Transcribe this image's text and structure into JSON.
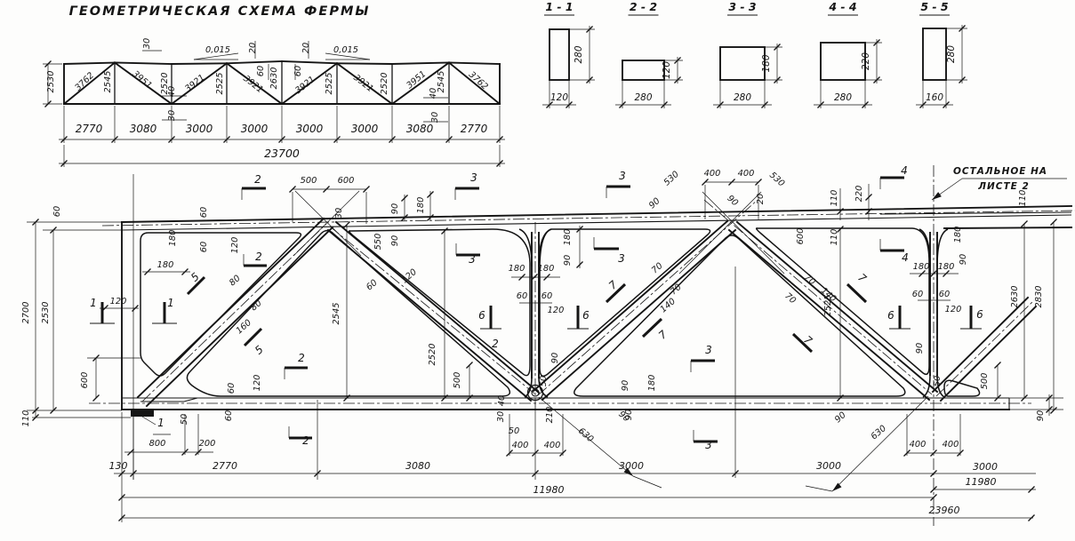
{
  "title": "ГЕОМЕТРИЧЕСКАЯ СХЕМА ФЕРМЫ",
  "note": {
    "line1": "ОСТАЛЬНОЕ НА",
    "line2": "ЛИСТЕ 2"
  },
  "scheme": {
    "bottom_dims": [
      "2770",
      "3080",
      "3000",
      "3000",
      "3000",
      "3000",
      "3080",
      "2770"
    ],
    "total_span": "23700",
    "left_height": "2530",
    "slope": "0,015",
    "annotations": [
      [
        "2530",
        60,
        92,
        -90
      ],
      [
        "3762",
        97,
        94,
        -44
      ],
      [
        "2545",
        124,
        92,
        -90
      ],
      [
        "3951",
        158,
        92,
        40
      ],
      [
        "30",
        168,
        49,
        -90
      ],
      [
        "2520",
        188,
        94,
        -90
      ],
      [
        "40",
        196,
        103,
        -90
      ],
      [
        "30",
        196,
        130,
        -90
      ],
      [
        "3921",
        221,
        96,
        -38
      ],
      [
        "0,015",
        245,
        59,
        0
      ],
      [
        "2525",
        250,
        94,
        -90
      ],
      [
        "20",
        287,
        54,
        -90
      ],
      [
        "60",
        296,
        80,
        -90
      ],
      [
        "3921",
        283,
        97,
        38
      ],
      [
        "2630",
        311,
        88,
        -90
      ],
      [
        "3921",
        345,
        98,
        -38
      ],
      [
        "20",
        347,
        54,
        -90
      ],
      [
        "60",
        338,
        80,
        -90
      ],
      [
        "0,015",
        389,
        59,
        0
      ],
      [
        "2525",
        373,
        94,
        -90
      ],
      [
        "3921",
        407,
        96,
        38
      ],
      [
        "2520",
        435,
        94,
        -90
      ],
      [
        "3951",
        470,
        92,
        -40
      ],
      [
        "2545",
        499,
        92,
        -90
      ],
      [
        "40",
        490,
        105,
        -90
      ],
      [
        "30",
        492,
        132,
        -90
      ],
      [
        "3762",
        536,
        93,
        42
      ],
      [
        "2770",
        100,
        149,
        0,
        12
      ],
      [
        "3080",
        161,
        149,
        0,
        12
      ],
      [
        "3000",
        224,
        149,
        0,
        12
      ],
      [
        "3000",
        286,
        149,
        0,
        12
      ],
      [
        "3000",
        348,
        149,
        0,
        12
      ],
      [
        "3000",
        410,
        149,
        0,
        12
      ],
      [
        "3080",
        472,
        149,
        0,
        12
      ],
      [
        "2770",
        533,
        149,
        0,
        12
      ],
      [
        "23700",
        317,
        177,
        0,
        12.5
      ]
    ]
  },
  "sections": [
    {
      "label": "1 - 1",
      "width": "120",
      "height": "280"
    },
    {
      "label": "2 - 2",
      "width": "280",
      "height": "120"
    },
    {
      "label": "3 - 3",
      "width": "280",
      "height": "180"
    },
    {
      "label": "4 - 4",
      "width": "280",
      "height": "220"
    },
    {
      "label": "5 - 5",
      "width": "160",
      "height": "280"
    }
  ],
  "main": {
    "annotations": [
      [
        "60",
        67,
        238,
        -90
      ],
      [
        "2700",
        32,
        352,
        -90
      ],
      [
        "2530",
        54,
        352,
        -90
      ],
      [
        "110",
        32,
        471,
        -90
      ],
      [
        "600",
        98,
        428,
        -90
      ],
      [
        "1",
        105,
        345,
        0,
        12
      ],
      [
        "1",
        192,
        345,
        0,
        12
      ],
      [
        "180",
        197,
        268,
        -90
      ],
      [
        "180",
        186,
        301,
        0
      ],
      [
        "120",
        133,
        342,
        0
      ],
      [
        "60",
        232,
        239,
        -90
      ],
      [
        "60",
        232,
        278,
        -90
      ],
      [
        "120",
        267,
        276,
        -90
      ],
      [
        "2",
        290,
        206,
        0,
        12
      ],
      [
        "2",
        291,
        293,
        0,
        12
      ],
      [
        "2",
        339,
        407,
        0,
        12
      ],
      [
        "2",
        344,
        500,
        0,
        12
      ],
      [
        "5",
        222,
        315,
        -41,
        12
      ],
      [
        "5",
        294,
        397,
        -41,
        12
      ],
      [
        "80",
        266,
        318,
        -41
      ],
      [
        "80",
        290,
        346,
        -41
      ],
      [
        "160",
        276,
        370,
        -41
      ],
      [
        "1",
        181,
        480,
        0,
        12
      ],
      [
        "50",
        210,
        472,
        -90
      ],
      [
        "60",
        260,
        468,
        -90
      ],
      [
        "800",
        177,
        502,
        0
      ],
      [
        "200",
        233,
        502,
        0
      ],
      [
        "60",
        263,
        437,
        -90
      ],
      [
        "120",
        292,
        431,
        -90
      ],
      [
        "130",
        133,
        528,
        0,
        11
      ],
      [
        "2770",
        253,
        528,
        0,
        11
      ],
      [
        "3080",
        470,
        528,
        0,
        11
      ],
      [
        "3000",
        710,
        528,
        0,
        11
      ],
      [
        "3000",
        932,
        528,
        0,
        11
      ],
      [
        "3000",
        1108,
        529,
        0,
        11
      ],
      [
        "500",
        347,
        206,
        0
      ],
      [
        "600",
        389,
        206,
        0
      ],
      [
        "30",
        384,
        240,
        -90
      ],
      [
        "3",
        533,
        204,
        0,
        12
      ],
      [
        "3",
        531,
        296,
        0,
        12
      ],
      [
        "3",
        700,
        202,
        0,
        12
      ],
      [
        "3",
        699,
        295,
        0,
        12
      ],
      [
        "3",
        797,
        398,
        0,
        12
      ],
      [
        "3",
        797,
        505,
        0,
        12
      ],
      [
        "90",
        447,
        235,
        -90
      ],
      [
        "180",
        476,
        231,
        -90
      ],
      [
        "550",
        428,
        272,
        -90
      ],
      [
        "90",
        447,
        271,
        -90
      ],
      [
        "60",
        420,
        323,
        -41
      ],
      [
        "120",
        462,
        313,
        -41
      ],
      [
        "2545",
        381,
        353,
        -90
      ],
      [
        "2520",
        489,
        399,
        -90
      ],
      [
        "500",
        517,
        428,
        -90
      ],
      [
        "2",
        557,
        391,
        0,
        12
      ],
      [
        "180",
        581,
        305,
        0
      ],
      [
        "180",
        614,
        305,
        0
      ],
      [
        "60",
        587,
        336,
        0
      ],
      [
        "60",
        615,
        336,
        0
      ],
      [
        "120",
        625,
        352,
        0
      ],
      [
        "6",
        542,
        359,
        0,
        12
      ],
      [
        "6",
        659,
        359,
        0,
        12
      ],
      [
        "6",
        1002,
        359,
        0,
        12
      ],
      [
        "6",
        1102,
        358,
        0,
        12
      ],
      [
        "90",
        627,
        403,
        -90
      ],
      [
        "50",
        614,
        429,
        -90
      ],
      [
        "40",
        567,
        451,
        -90
      ],
      [
        "30",
        566,
        469,
        -90
      ],
      [
        "50",
        578,
        488,
        0
      ],
      [
        "210",
        621,
        467,
        -90
      ],
      [
        "400",
        585,
        504,
        0
      ],
      [
        "400",
        621,
        504,
        0
      ],
      [
        "400",
        1032,
        503,
        0
      ],
      [
        "400",
        1069,
        503,
        0
      ],
      [
        "630",
        657,
        492,
        41
      ],
      [
        "90",
        700,
        471,
        41
      ],
      [
        "630",
        990,
        489,
        -41
      ],
      [
        "90",
        947,
        472,
        -41
      ],
      [
        "180",
        641,
        267,
        -90
      ],
      [
        "90",
        641,
        293,
        -90
      ],
      [
        "70",
        741,
        304,
        -41
      ],
      [
        "70",
        762,
        328,
        -41
      ],
      [
        "140",
        753,
        346,
        -41
      ],
      [
        "7",
        692,
        324,
        -41,
        12
      ],
      [
        "7",
        748,
        380,
        -41,
        12
      ],
      [
        "7",
        967,
        316,
        41,
        12
      ],
      [
        "7",
        906,
        386,
        41,
        12
      ],
      [
        "530",
        757,
        203,
        -42
      ],
      [
        "90",
        738,
        231,
        -42
      ],
      [
        "530",
        872,
        204,
        42
      ],
      [
        "90",
        822,
        228,
        42
      ],
      [
        "400",
        801,
        198,
        0
      ],
      [
        "400",
        839,
        198,
        0
      ],
      [
        "20",
        858,
        224,
        -90
      ],
      [
        "110",
        941,
        223,
        -90
      ],
      [
        "220",
        969,
        218,
        -90
      ],
      [
        "110",
        941,
        267,
        -90
      ],
      [
        "600",
        903,
        266,
        -90
      ],
      [
        "70",
        909,
        317,
        41
      ],
      [
        "70",
        887,
        338,
        41
      ],
      [
        "140",
        930,
        334,
        41
      ],
      [
        "2525",
        934,
        344,
        -90
      ],
      [
        "90",
        706,
        434,
        -90
      ],
      [
        "180",
        736,
        431,
        -90
      ],
      [
        "90",
        710,
        467,
        -90
      ],
      [
        "4",
        1017,
        196,
        0,
        12
      ],
      [
        "4",
        1018,
        294,
        0,
        12
      ],
      [
        "180",
        1036,
        303,
        0
      ],
      [
        "180",
        1064,
        303,
        0
      ],
      [
        "180",
        1080,
        264,
        -90
      ],
      [
        "90",
        1086,
        292,
        -90
      ],
      [
        "60",
        1032,
        334,
        0
      ],
      [
        "60",
        1062,
        334,
        0
      ],
      [
        "120",
        1072,
        351,
        0
      ],
      [
        "90",
        1037,
        392,
        -90
      ],
      [
        "50",
        1057,
        429,
        -90
      ],
      [
        "500",
        1110,
        429,
        -90
      ],
      [
        "110",
        1153,
        223,
        -90
      ],
      [
        "2630",
        1144,
        334,
        -90
      ],
      [
        "2830",
        1171,
        334,
        -90
      ],
      [
        "90",
        1173,
        468,
        -90
      ],
      [
        "11980",
        617,
        555,
        0,
        11
      ],
      [
        "11980",
        1103,
        546,
        0,
        11
      ],
      [
        "23960",
        1062,
        578,
        0,
        11
      ]
    ]
  }
}
